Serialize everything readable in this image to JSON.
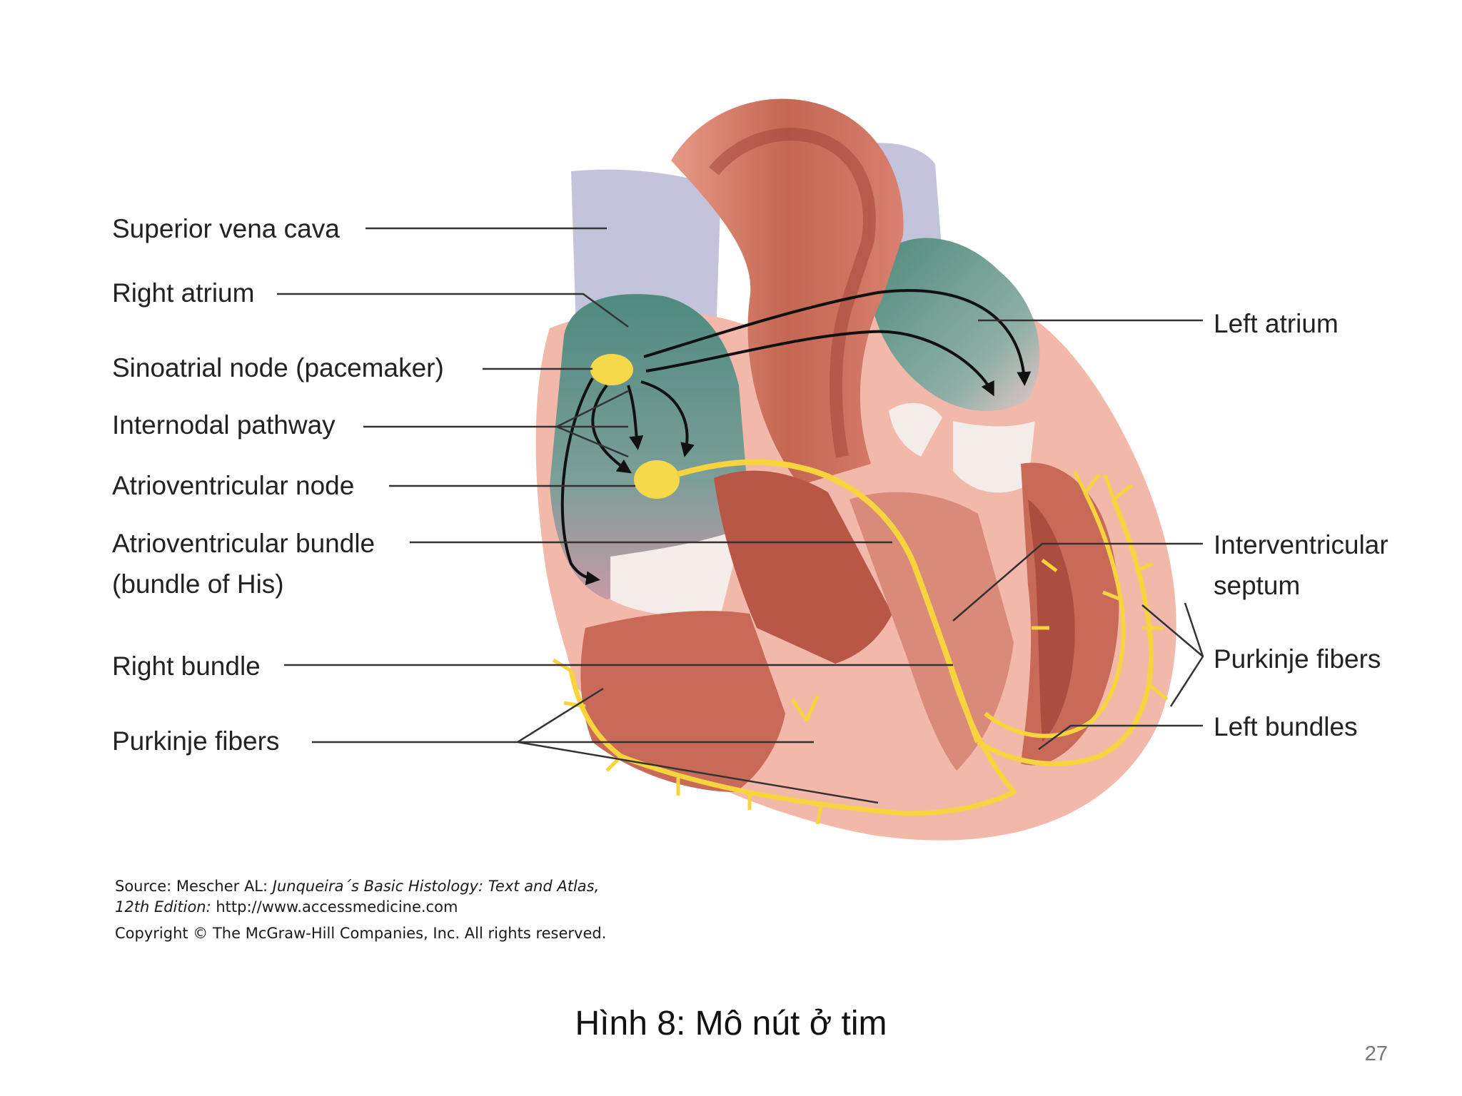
{
  "labels_left": {
    "superior_vena_cava": "Superior vena cava",
    "right_atrium": "Right atrium",
    "sinoatrial_node": "Sinoatrial node (pacemaker)",
    "internodal_pathway": "Internodal pathway",
    "atrioventricular_node": "Atrioventricular node",
    "atrioventricular_bundle_line1": "Atrioventricular bundle",
    "atrioventricular_bundle_line2": "(bundle of His)",
    "right_bundle": "Right bundle",
    "purkinje_fibers": "Purkinje fibers"
  },
  "labels_right": {
    "left_atrium": "Left atrium",
    "interventricular_septum_line1": "Interventricular",
    "interventricular_septum_line2": "septum",
    "purkinje_fibers": "Purkinje fibers",
    "left_bundles": "Left bundles"
  },
  "credit": {
    "source_prefix": "Source: Mescher AL: ",
    "source_title": "Junqueira´s Basic Histology: Text and Atlas,",
    "source_edition": "12th Edition:",
    "source_url": " http://www.accessmedicine.com",
    "copyright": "Copyright © The McGraw-Hill Companies, Inc. All rights reserved."
  },
  "caption": "Hình 8: Mô nút ở tim",
  "page_number": "27",
  "colors": {
    "muscle": "#c96a58",
    "muscle_dark": "#a4463a",
    "pink_wall": "#f2b8aa",
    "vein_lavender": "#c3c3dc",
    "atrium_teal": "#4f8a7e",
    "conduction_yellow": "#f7d33e",
    "node_yellow": "#f5d94a",
    "valve_white": "#f4ece8",
    "leader_line": "#333333"
  }
}
